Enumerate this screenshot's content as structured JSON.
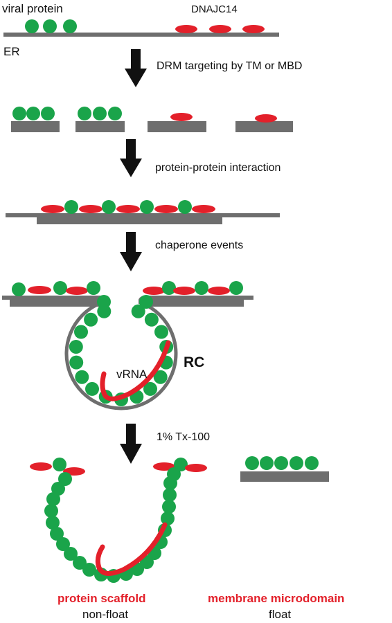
{
  "labels": {
    "viral_protein": "viral protein",
    "dnajc14": "DNAJC14",
    "er": "ER",
    "step1": "DRM targeting by TM or MBD",
    "step2": "protein-protein interaction",
    "step3": "chaperone events",
    "vrna": "vRNA",
    "rc": "RC",
    "step4": "1% Tx-100",
    "protein_scaffold": "protein scaffold",
    "non_float": "non-float",
    "membrane_microdomain": "membrane microdomain",
    "float": "float"
  },
  "colors": {
    "viral_protein": "#1aa44a",
    "dnajc14": "#e3202a",
    "membrane": "#6e6e6e",
    "arrow": "#111111",
    "highlight_text": "#e3202a",
    "text": "#111111"
  },
  "legend_icons": [
    "green-circle-viral-protein",
    "red-ellipse-dnajc14",
    "gray-bar-membrane",
    "black-down-arrow"
  ]
}
